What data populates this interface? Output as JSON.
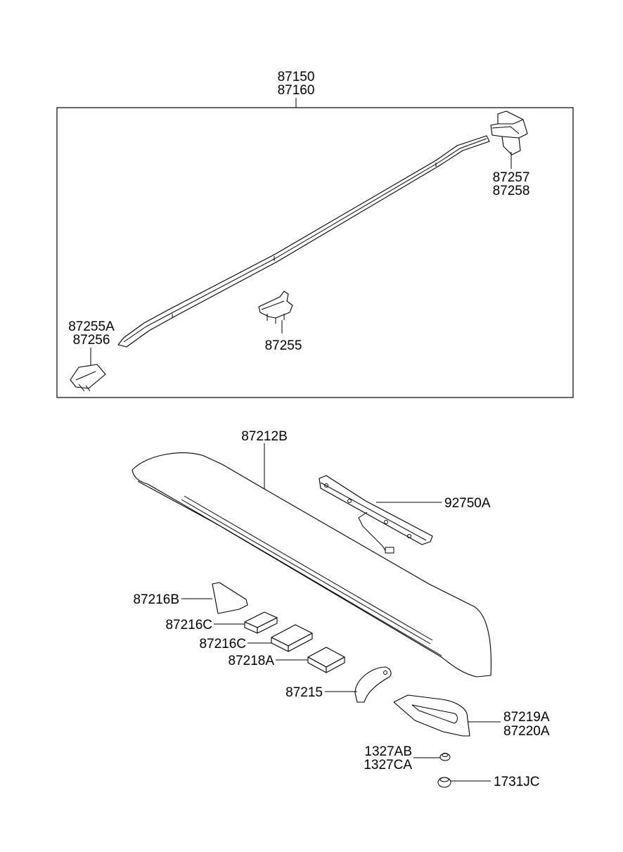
{
  "callouts": {
    "roof_rack_rail": [
      "87150",
      "87160"
    ],
    "rear_end_cap": [
      "87257",
      "87258"
    ],
    "front_end_cap": [
      "87255A",
      "87256"
    ],
    "rail_clip": "87255",
    "spoiler": "87212B",
    "high_mount_stop_lamp": "92750A",
    "spoiler_bracket_tri": "87216B",
    "pad_small": "87216C",
    "pad_medium": "87216C",
    "pad_square": "87218A",
    "spoiler_bracket": "87215",
    "side_bracket": [
      "87219A",
      "87220A"
    ],
    "nut": [
      "1327AB",
      "1327CA"
    ],
    "grommet": "1731JC"
  }
}
